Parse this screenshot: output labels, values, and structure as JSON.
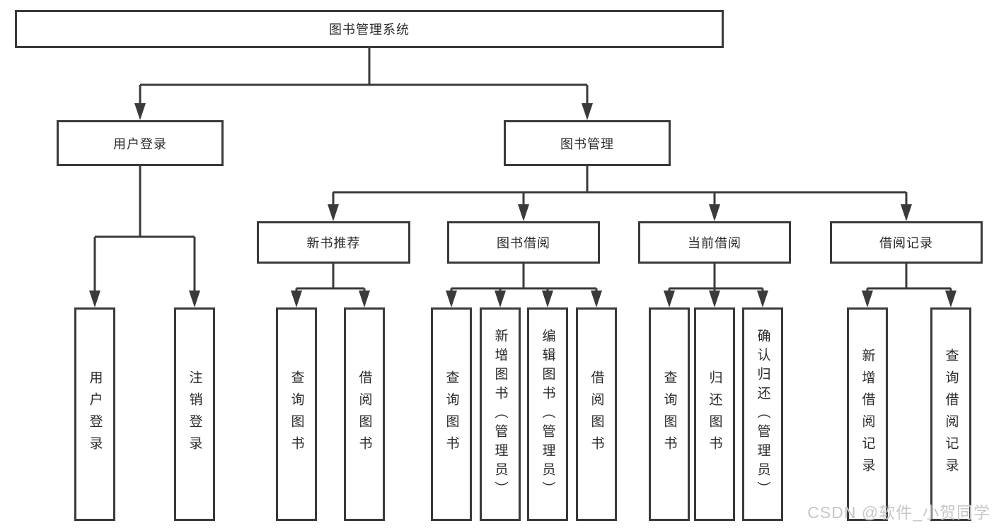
{
  "diagram": {
    "root": {
      "label": "图书管理系统"
    },
    "branches": [
      {
        "label": "用户登录",
        "children": [
          {
            "label": "用户登录"
          },
          {
            "label": "注销登录"
          }
        ]
      },
      {
        "label": "图书管理",
        "sections": [
          {
            "label": "新书推荐",
            "children": [
              {
                "label": "查询图书"
              },
              {
                "label": "借阅图书"
              }
            ]
          },
          {
            "label": "图书借阅",
            "children": [
              {
                "label": "查询图书"
              },
              {
                "label": "新增图书（管理员）"
              },
              {
                "label": "编辑图书（管理员）"
              },
              {
                "label": "借阅图书"
              }
            ]
          },
          {
            "label": "当前借阅",
            "children": [
              {
                "label": "查询图书"
              },
              {
                "label": "归还图书"
              },
              {
                "label": "确认归还（管理员）"
              }
            ]
          },
          {
            "label": "借阅记录",
            "children": [
              {
                "label": "新增借阅记录"
              },
              {
                "label": "查询借阅记录"
              }
            ]
          }
        ]
      }
    ]
  },
  "watermark": {
    "text": "CSDN @软件_小贺同学"
  },
  "colors": {
    "line": "#3a3a3a",
    "text": "#2b2b2b",
    "watermark": "#c7c7c7",
    "background": "#ffffff"
  }
}
